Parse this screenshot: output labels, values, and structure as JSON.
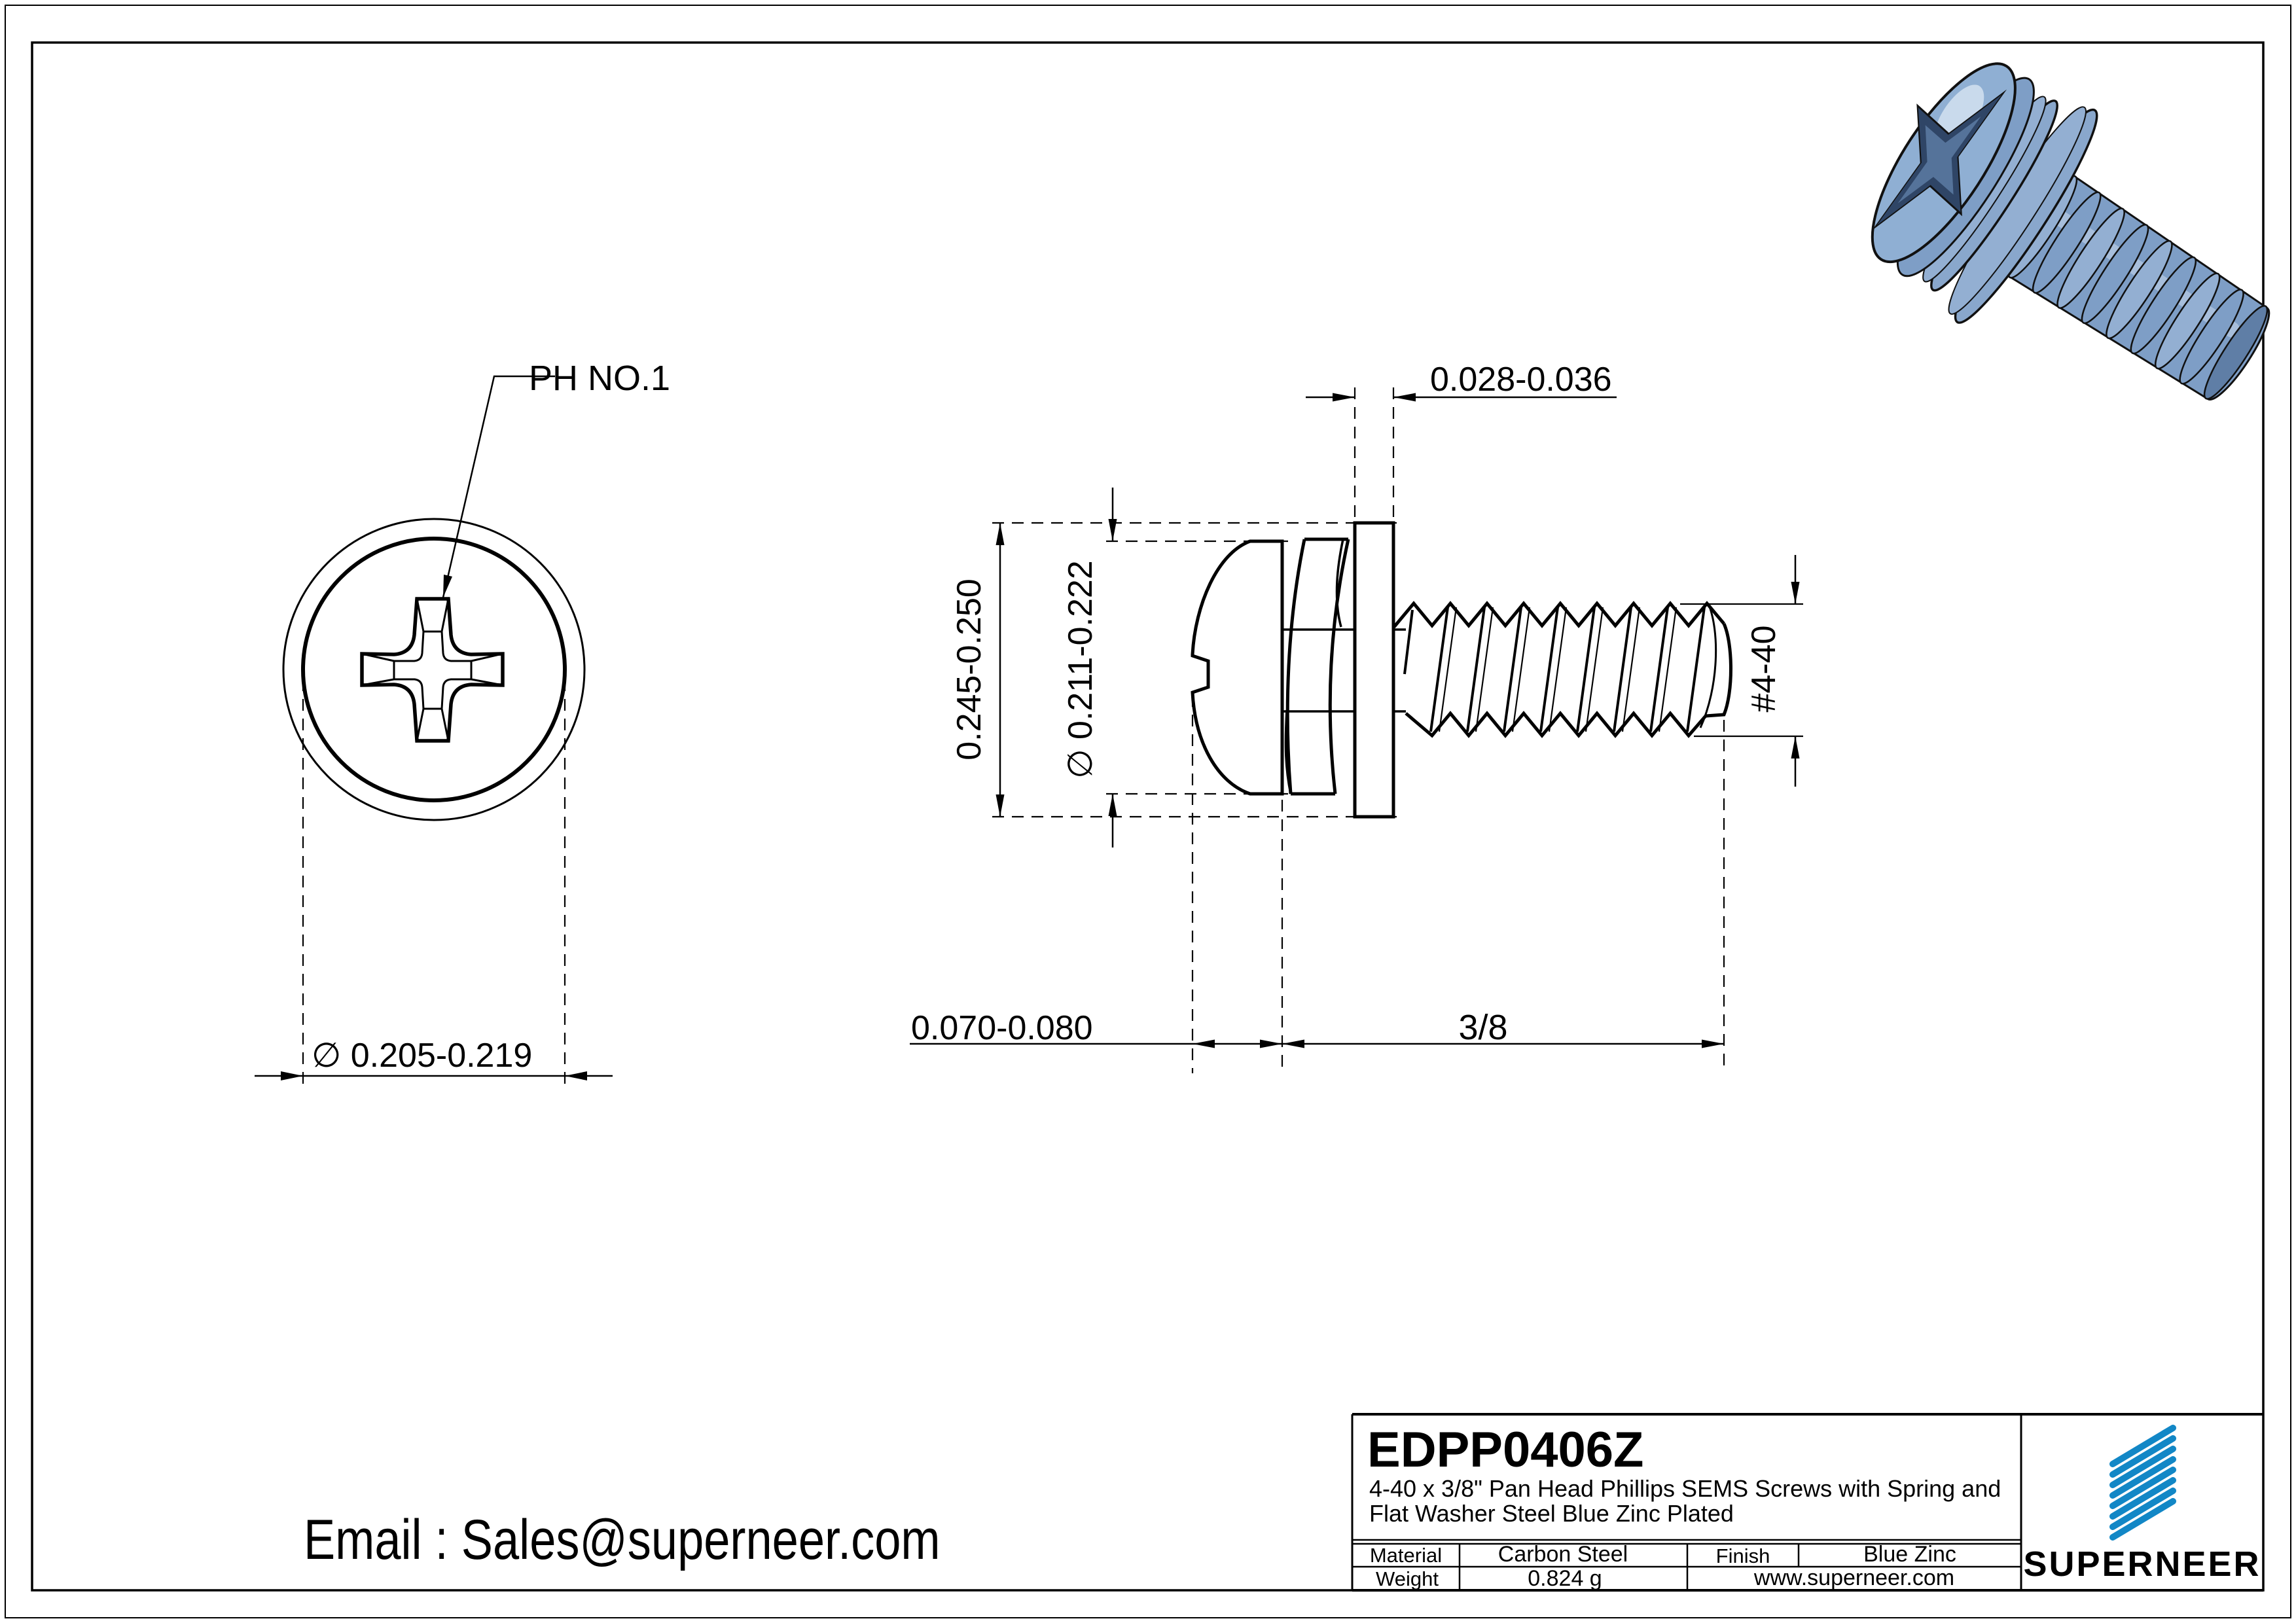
{
  "drawing": {
    "part_number": "EDPP0406Z",
    "description_line1": "4-40 x 3/8\" Pan Head Phillips SEMS Screws with Spring and",
    "description_line2": "Flat Washer Steel Blue Zinc Plated",
    "material_label": "Material",
    "material_value": "Carbon Steel",
    "finish_label": "Finish",
    "finish_value": "Blue Zinc",
    "weight_label": "Weight",
    "weight_value": "0.824 g",
    "website": "www.superneer.com",
    "brand": "SUPERNEER",
    "logo_icon": "diagonal-stripes-logo"
  },
  "contact": {
    "email_line": "Email : Sales@superneer.com"
  },
  "dims": {
    "drive_label": "PH NO.1",
    "head_dia_front": "∅ 0.205-0.219",
    "washer_od": "0.245-0.250",
    "head_dia_side": "∅ 0.211-0.222",
    "flat_washer_thickness": "0.028-0.036",
    "head_height": "0.070-0.080",
    "thread_length": "3/8",
    "thread_spec": "#4-40"
  },
  "colors": {
    "line": "#000000",
    "brand_blue": "#1287C6",
    "link_blue": "#2AA4D9",
    "screw_body": "#7E9EC6",
    "screw_light": "#93AFD2",
    "screw_dark": "#5F7EA6",
    "recess_dark": "#2F4566"
  }
}
